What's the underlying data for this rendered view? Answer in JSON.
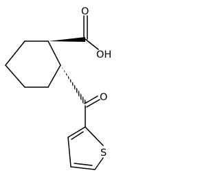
{
  "structure": {
    "atom_labels": {
      "carbonyl_oxygen_top": "O",
      "hydroxyl": "OH",
      "carbonyl_oxygen_ketone": "O",
      "thiophene_sulfur": "S"
    },
    "colors": {
      "bond": "#000000",
      "label": "#000000",
      "background": "#ffffff"
    }
  }
}
